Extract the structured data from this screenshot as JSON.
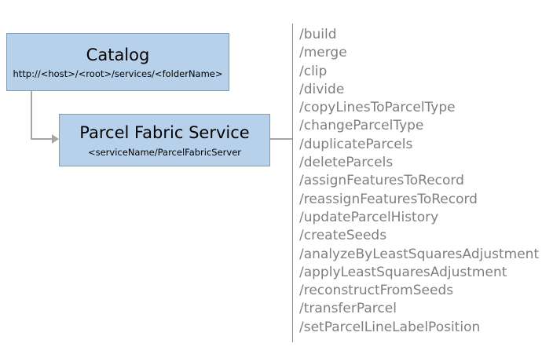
{
  "diagram": {
    "catalog": {
      "title": "Catalog",
      "subtitle": "http://<host>/<root>/services/<folderName>"
    },
    "service": {
      "title": "Parcel Fabric Service",
      "subtitle": "<serviceName/ParcelFabricServer"
    },
    "endpoints": [
      "/build",
      "/merge",
      "/clip",
      "/divide",
      "/copyLinesToParcelType",
      "/changeParcelType",
      "/duplicateParcels",
      "/deleteParcels",
      "/assignFeaturesToRecord",
      "/reassignFeaturesToRecord",
      "/updateParcelHistory",
      "/createSeeds",
      "/analyzeByLeastSquaresAdjustment",
      "/applyLeastSquaresAdjustment",
      "/reconstructFromSeeds",
      "/transferParcel",
      "/setParcelLineLabelPosition"
    ],
    "colors": {
      "box_fill": "#b8d1ea",
      "box_border": "#7f9db9",
      "line": "#a6a6a6",
      "endpoint_text": "#7f7f7f"
    }
  }
}
